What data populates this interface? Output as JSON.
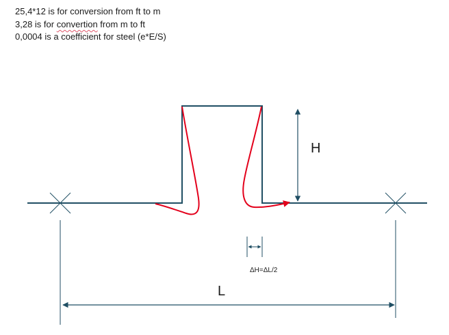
{
  "notes": {
    "line1": "25,4*12 is for conversion from ft to m",
    "line2_before": "3,28 is for ",
    "line2_flagged": "convertion",
    "line2_after": " from m to ft",
    "line3": "0,0004 is a coefficient for steel (e*E/S)"
  },
  "diagram": {
    "height_label": "H",
    "length_label": "L",
    "delta_label": "ΔH=ΔL/2",
    "colors": {
      "pipe": "#1f4e63",
      "deflection": "#e3001b",
      "text": "#1a1a1a"
    }
  }
}
